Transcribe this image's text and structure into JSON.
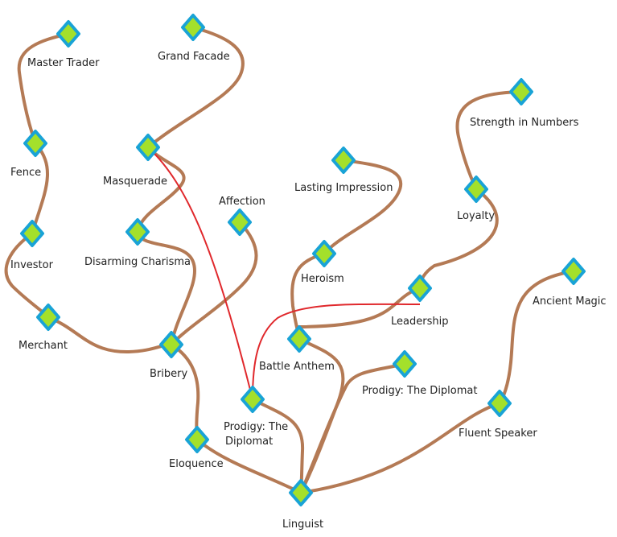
{
  "colors": {
    "branch": "#b47a55",
    "connection": "#e0282c",
    "node_fill": "#a4e02b",
    "node_border": "#19a3d6",
    "label": "#222222",
    "background": "#ffffff"
  },
  "nodes": [
    {
      "id": "master-trader",
      "label": "Master Trader"
    },
    {
      "id": "grand-facade",
      "label": "Grand Facade"
    },
    {
      "id": "strength-in-numbers",
      "label": "Strength in Numbers"
    },
    {
      "id": "fence",
      "label": "Fence"
    },
    {
      "id": "masquerade",
      "label": "Masquerade"
    },
    {
      "id": "lasting-impression",
      "label": "Lasting Impression"
    },
    {
      "id": "loyalty",
      "label": "Loyalty"
    },
    {
      "id": "affection",
      "label": "Affection"
    },
    {
      "id": "investor",
      "label": "Investor"
    },
    {
      "id": "disarming-charisma",
      "label": "Disarming Charisma"
    },
    {
      "id": "heroism",
      "label": "Heroism"
    },
    {
      "id": "ancient-magic",
      "label": "Ancient Magic"
    },
    {
      "id": "leadership",
      "label": "Leadership"
    },
    {
      "id": "merchant",
      "label": "Merchant"
    },
    {
      "id": "battle-anthem",
      "label": "Battle Anthem"
    },
    {
      "id": "bribery",
      "label": "Bribery"
    },
    {
      "id": "prodigy-diplomat-right",
      "label": "Prodigy: The Diplomat"
    },
    {
      "id": "prodigy-diplomat-left",
      "label": "Prodigy: The Diplomat"
    },
    {
      "id": "fluent-speaker",
      "label": "Fluent Speaker"
    },
    {
      "id": "eloquence",
      "label": "Eloquence"
    },
    {
      "id": "linguist",
      "label": "Linguist"
    }
  ]
}
